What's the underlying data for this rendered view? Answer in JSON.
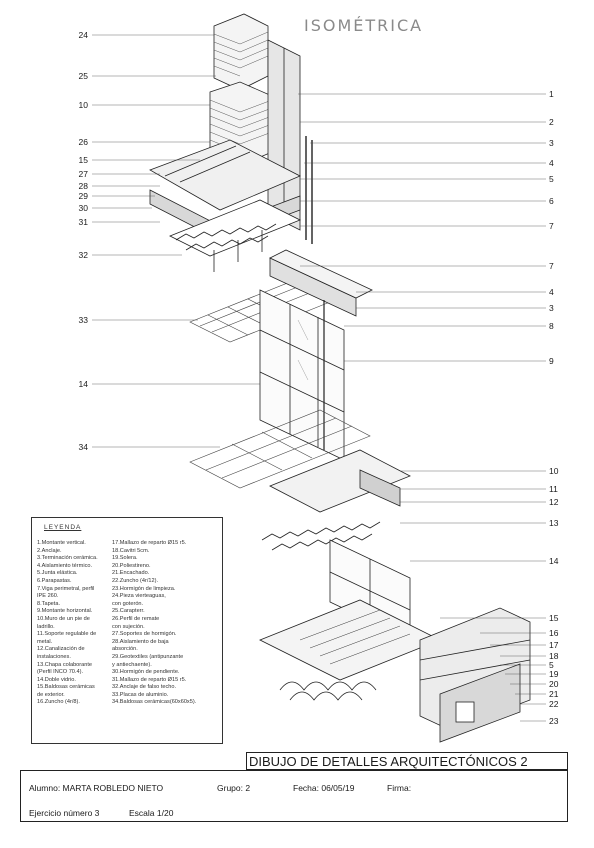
{
  "title": "ISOMÉTRICA",
  "labels_left": [
    "24",
    "25",
    "10",
    "26",
    "15",
    "27",
    "28",
    "29",
    "30",
    "31",
    "32",
    "33",
    "14",
    "34"
  ],
  "labels_right": [
    "1",
    "2",
    "3",
    "4",
    "5",
    "6",
    "7",
    "7",
    "4",
    "3",
    "8",
    "9",
    "10",
    "11",
    "12",
    "13",
    "14",
    "15",
    "16",
    "17",
    "18",
    "5",
    "19",
    "20",
    "21",
    "22",
    "23"
  ],
  "legend": {
    "title": "LEYENDA",
    "col1": [
      "1.Montante vertical.",
      "2.Anclaje.",
      "3.Terminación cerámica.",
      "4.Aislamiento térmico.",
      "5.Junta elástica.",
      "6.Parapastas.",
      "7.Viga perimetral, perfil",
      "IPE 260.",
      "8.Tapeta.",
      "9.Montante horizontal.",
      "10.Muro de un pie de",
      "ladrillo.",
      "11.Soporte regulable de",
      "metal.",
      "12.Canalización de",
      "instalaciones.",
      "13.Chapa colaborante",
      "(Perfil INCO 70.4).",
      "14.Doble vidrio.",
      "15.Baldosas cerámicas",
      "de exterior.",
      "16.Zuncho (4r/8)."
    ],
    "col2": [
      "17.Mallazo de reparto Ø15 r5.",
      "18.Cavitri 5cm.",
      "19.Solera.",
      "20.Poliestireno.",
      "21.Encachado.",
      "22.Zuncho (4r/12).",
      "23.Hormigón de limpieza.",
      "24.Pieza vierteaguas,",
      "con goterón.",
      "25.Carapterr.",
      "26.Perfil de remate",
      "con sujeción.",
      "27.Soportes de hormigón.",
      "28.Aislamiento de baja",
      "absorción.",
      "29.Geotextiles (antipunzante",
      "y antiechaente).",
      "30.Hormigón de pendiente.",
      "31.Mallazo de reparto Ø15 r5.",
      "32.Anclaje de falso techo.",
      "33.Placas de aluminio.",
      "34.Baldosas cerámicas(60x60x5)."
    ]
  },
  "sheet_title": "DIBUJO DE DETALLES ARQUITECTÓNICOS 2",
  "title_block": {
    "student": "Alumno: MARTA ROBLEDO NIETO",
    "group": "Grupo: 2",
    "date": "Fecha: 06/05/19",
    "signature": "Firma:",
    "exercise": "Ejercicio número 3",
    "scale": "Escala 1/20"
  }
}
